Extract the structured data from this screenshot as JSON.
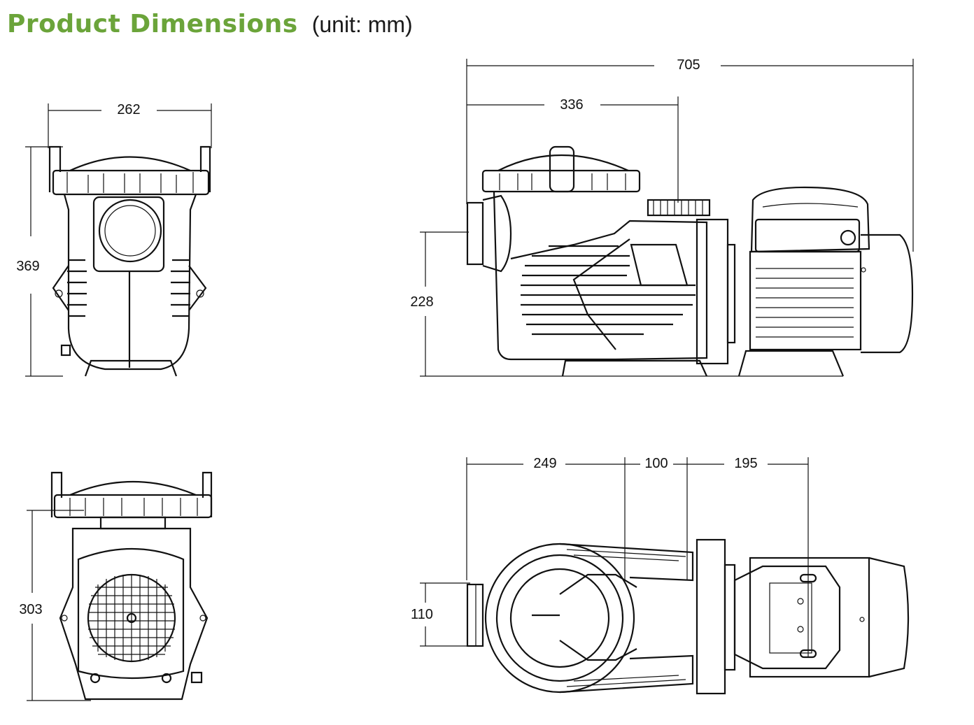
{
  "header": {
    "title": "Product Dimensions",
    "unit_note": "(unit: mm)",
    "title_color": "#6ba43a"
  },
  "dimensions": {
    "front_width": "262",
    "front_height": "369",
    "side_total_length": "705",
    "side_to_outlet": "336",
    "side_inlet_height": "228",
    "rear_height": "303",
    "top_segment_1": "249",
    "top_segment_2": "100",
    "top_segment_3": "195",
    "top_inlet_height": "110"
  }
}
